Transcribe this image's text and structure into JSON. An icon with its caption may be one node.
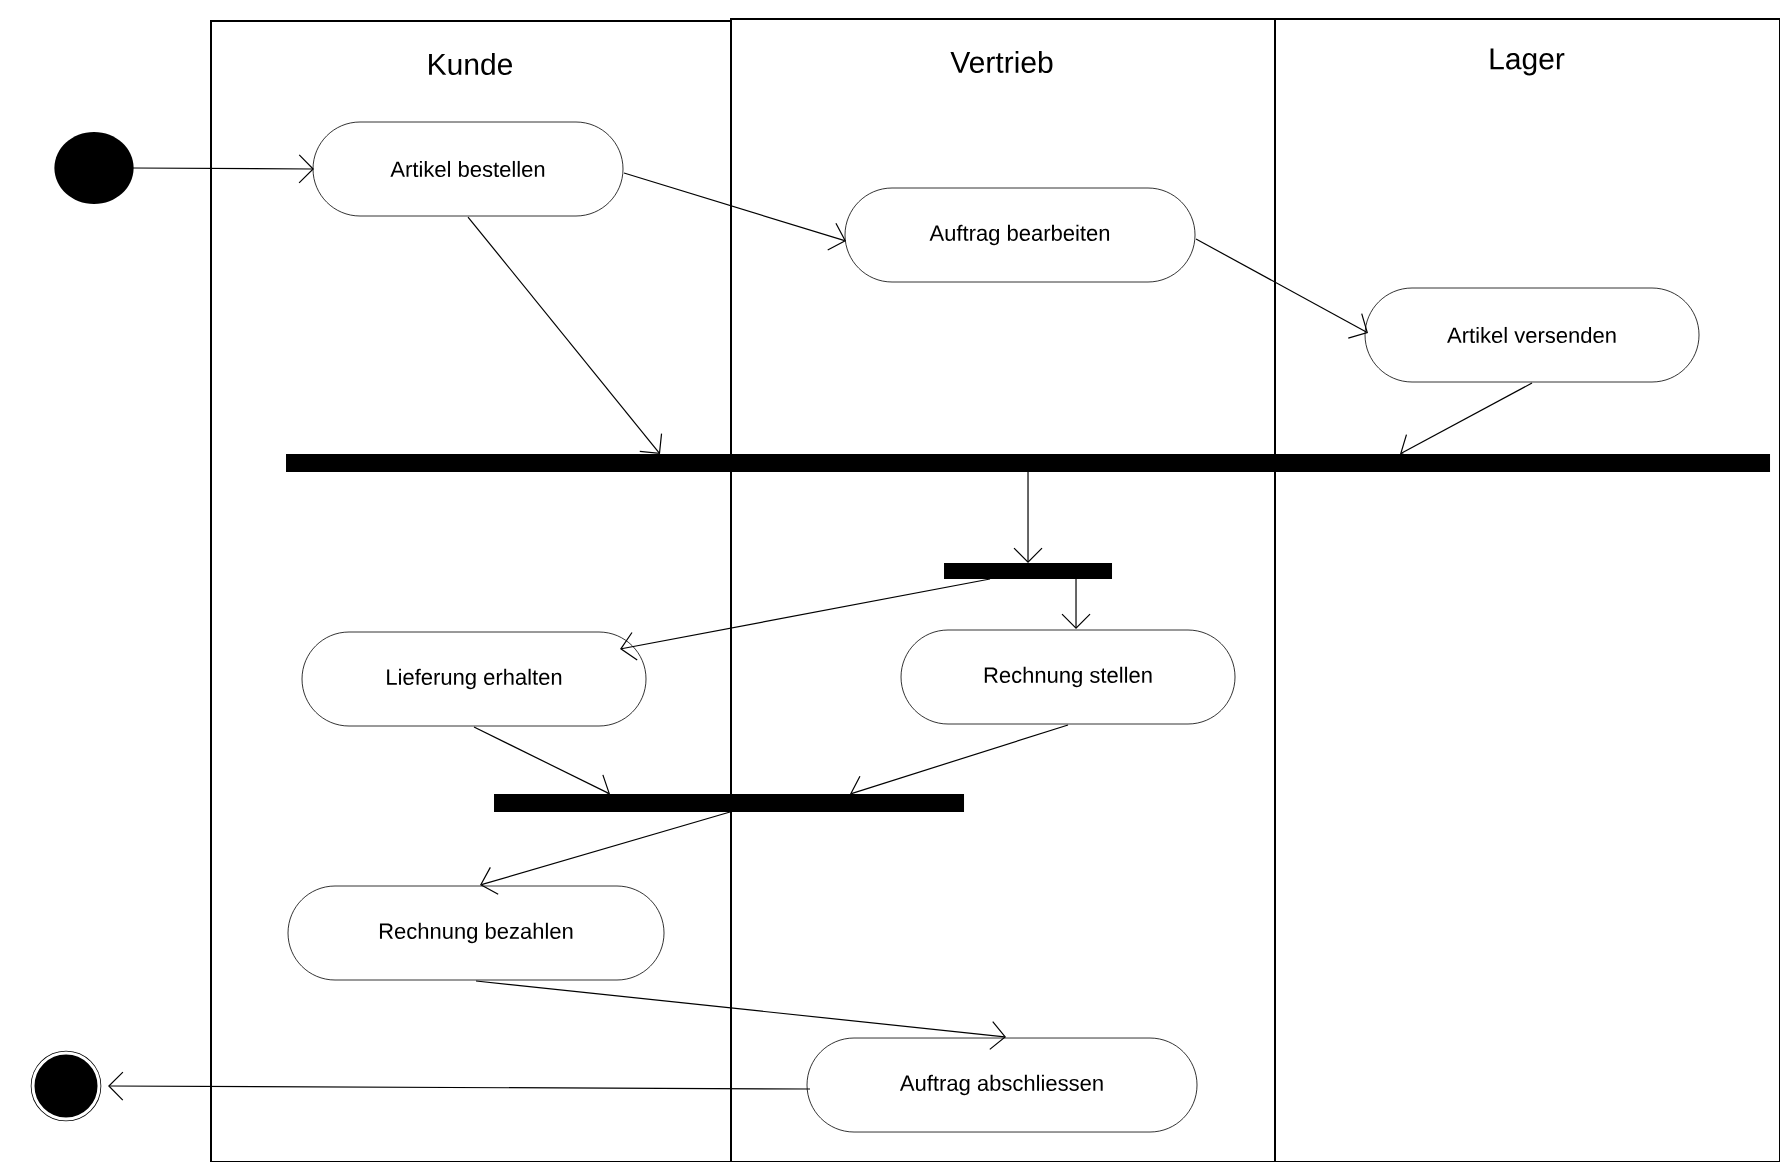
{
  "diagram": {
    "nodes": [
      {
        "text": [
          "Kunde"
        ]
      },
      {
        "text": [
          "Vertrieb"
        ]
      },
      {
        "text": [
          "Lager"
        ]
      },
      {
        "text": [],
        "shape": "circle"
      },
      {
        "text": [
          "Artikel bestellen"
        ],
        "in": 0
      },
      {
        "text": [
          "Auftrag bearbeiten"
        ],
        "in": 1
      },
      {
        "text": [
          "Artikel versenden"
        ],
        "in": 2
      },
      {
        "text": [],
        "shape": "bar"
      },
      {
        "text": [],
        "shape": "bar",
        "in": 1
      },
      {
        "text": [
          "Lieferung erhalten"
        ],
        "in": 0
      },
      {
        "text": [
          "Rechnung stellen"
        ],
        "in": 1
      },
      {
        "text": [],
        "shape": "bar"
      },
      {
        "text": [
          "Rechnung bezahlen"
        ],
        "in": 0
      },
      {
        "text": [
          "Auftrag abschliessen"
        ],
        "in": 1
      },
      {
        "text": [],
        "shape": "bullseye"
      }
    ],
    "edges": [
      {
        "from": 3,
        "to": 4,
        "arrow": "to"
      },
      {
        "from": 4,
        "to": 5,
        "arrow": "to"
      },
      {
        "from": 5,
        "to": 6,
        "arrow": "to"
      },
      {
        "from": 4,
        "to": 7,
        "arrow": "to"
      },
      {
        "from": 6,
        "to": 7,
        "arrow": "to"
      },
      {
        "from": 7,
        "to": 8,
        "arrow": "to"
      },
      {
        "from": 8,
        "to": 9,
        "arrow": "to"
      },
      {
        "from": 8,
        "to": 10,
        "arrow": "to"
      },
      {
        "from": 9,
        "to": 11,
        "arrow": "to"
      },
      {
        "from": 10,
        "to": 11,
        "arrow": "to"
      },
      {
        "from": 11,
        "to": 12,
        "arrow": "to"
      },
      {
        "from": 12,
        "to": 13,
        "arrow": "to"
      },
      {
        "from": 13,
        "to": 14,
        "arrow": "to"
      }
    ]
  }
}
